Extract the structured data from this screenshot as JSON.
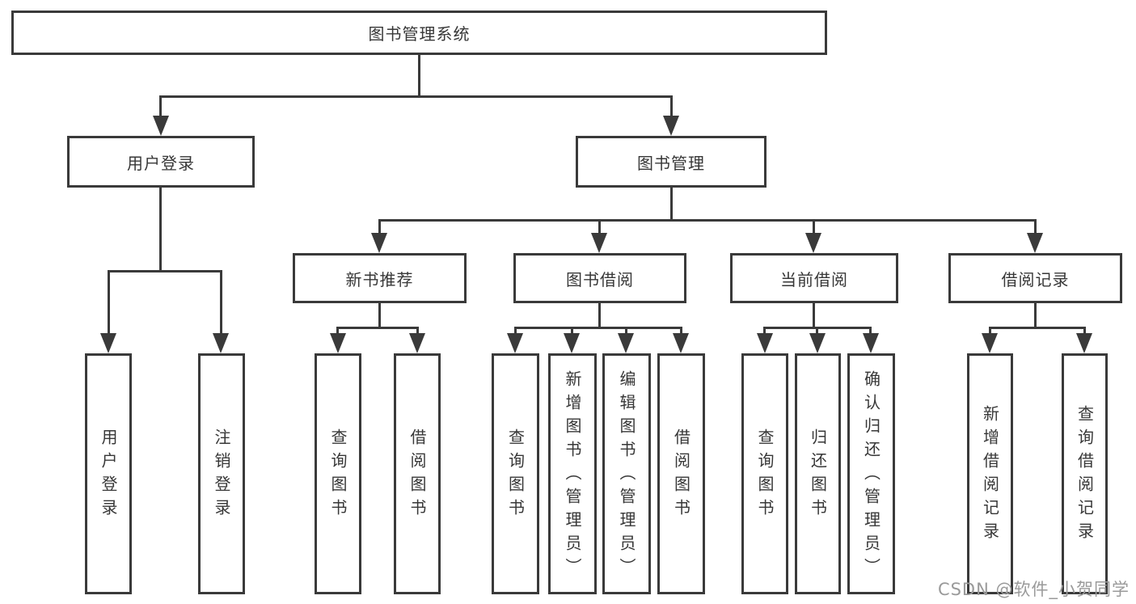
{
  "diagram": {
    "root": {
      "label": "图书管理系统"
    },
    "branches": [
      {
        "label": "用户登录",
        "children": [
          {
            "label": "用户登录"
          },
          {
            "label": "注销登录"
          }
        ]
      },
      {
        "label": "图书管理",
        "children": [
          {
            "label": "新书推荐",
            "children": [
              {
                "label": "查询图书"
              },
              {
                "label": "借阅图书"
              }
            ]
          },
          {
            "label": "图书借阅",
            "children": [
              {
                "label": "查询图书"
              },
              {
                "label": "新增图书（管理员）"
              },
              {
                "label": "编辑图书（管理员）"
              },
              {
                "label": "借阅图书"
              }
            ]
          },
          {
            "label": "当前借阅",
            "children": [
              {
                "label": "查询图书"
              },
              {
                "label": "归还图书"
              },
              {
                "label": "确认归还（管理员）"
              }
            ]
          },
          {
            "label": "借阅记录",
            "children": [
              {
                "label": "新增借阅记录"
              },
              {
                "label": "查询借阅记录"
              }
            ]
          }
        ]
      }
    ]
  },
  "watermark": {
    "text": "CSDN @软件_小贺同学"
  },
  "colors": {
    "line": "#3a3a3a",
    "text": "#373737",
    "watermark": "#9a9a9a",
    "background": "#ffffff"
  }
}
